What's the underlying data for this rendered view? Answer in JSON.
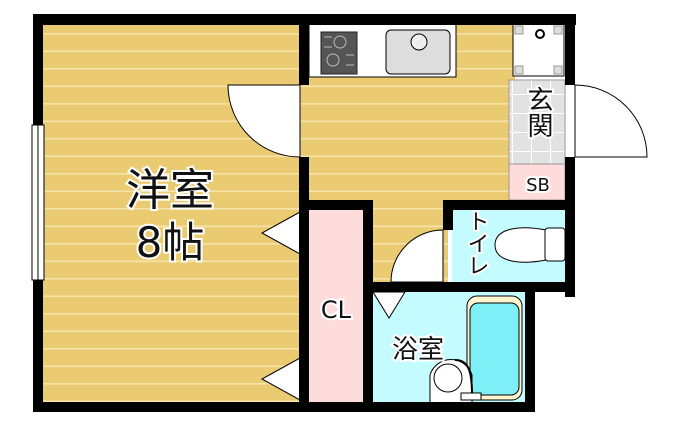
{
  "rooms": {
    "western_room": {
      "name": "洋室",
      "size": "8帖"
    },
    "entrance": "玄関",
    "shoe_box": "SB",
    "toilet": "トイレ",
    "closet": "CL",
    "bathroom": "浴室"
  },
  "colors": {
    "floor": "#EBCB72",
    "floor_stripe": "#F6E3A8",
    "entrance": "#E2E2E2",
    "shoe_box": "#FFDCDC",
    "closet": "#FFDCDC",
    "wet_area": "#C4FBFF",
    "tub_water": "#7FEFF7",
    "wall": "#000000"
  }
}
